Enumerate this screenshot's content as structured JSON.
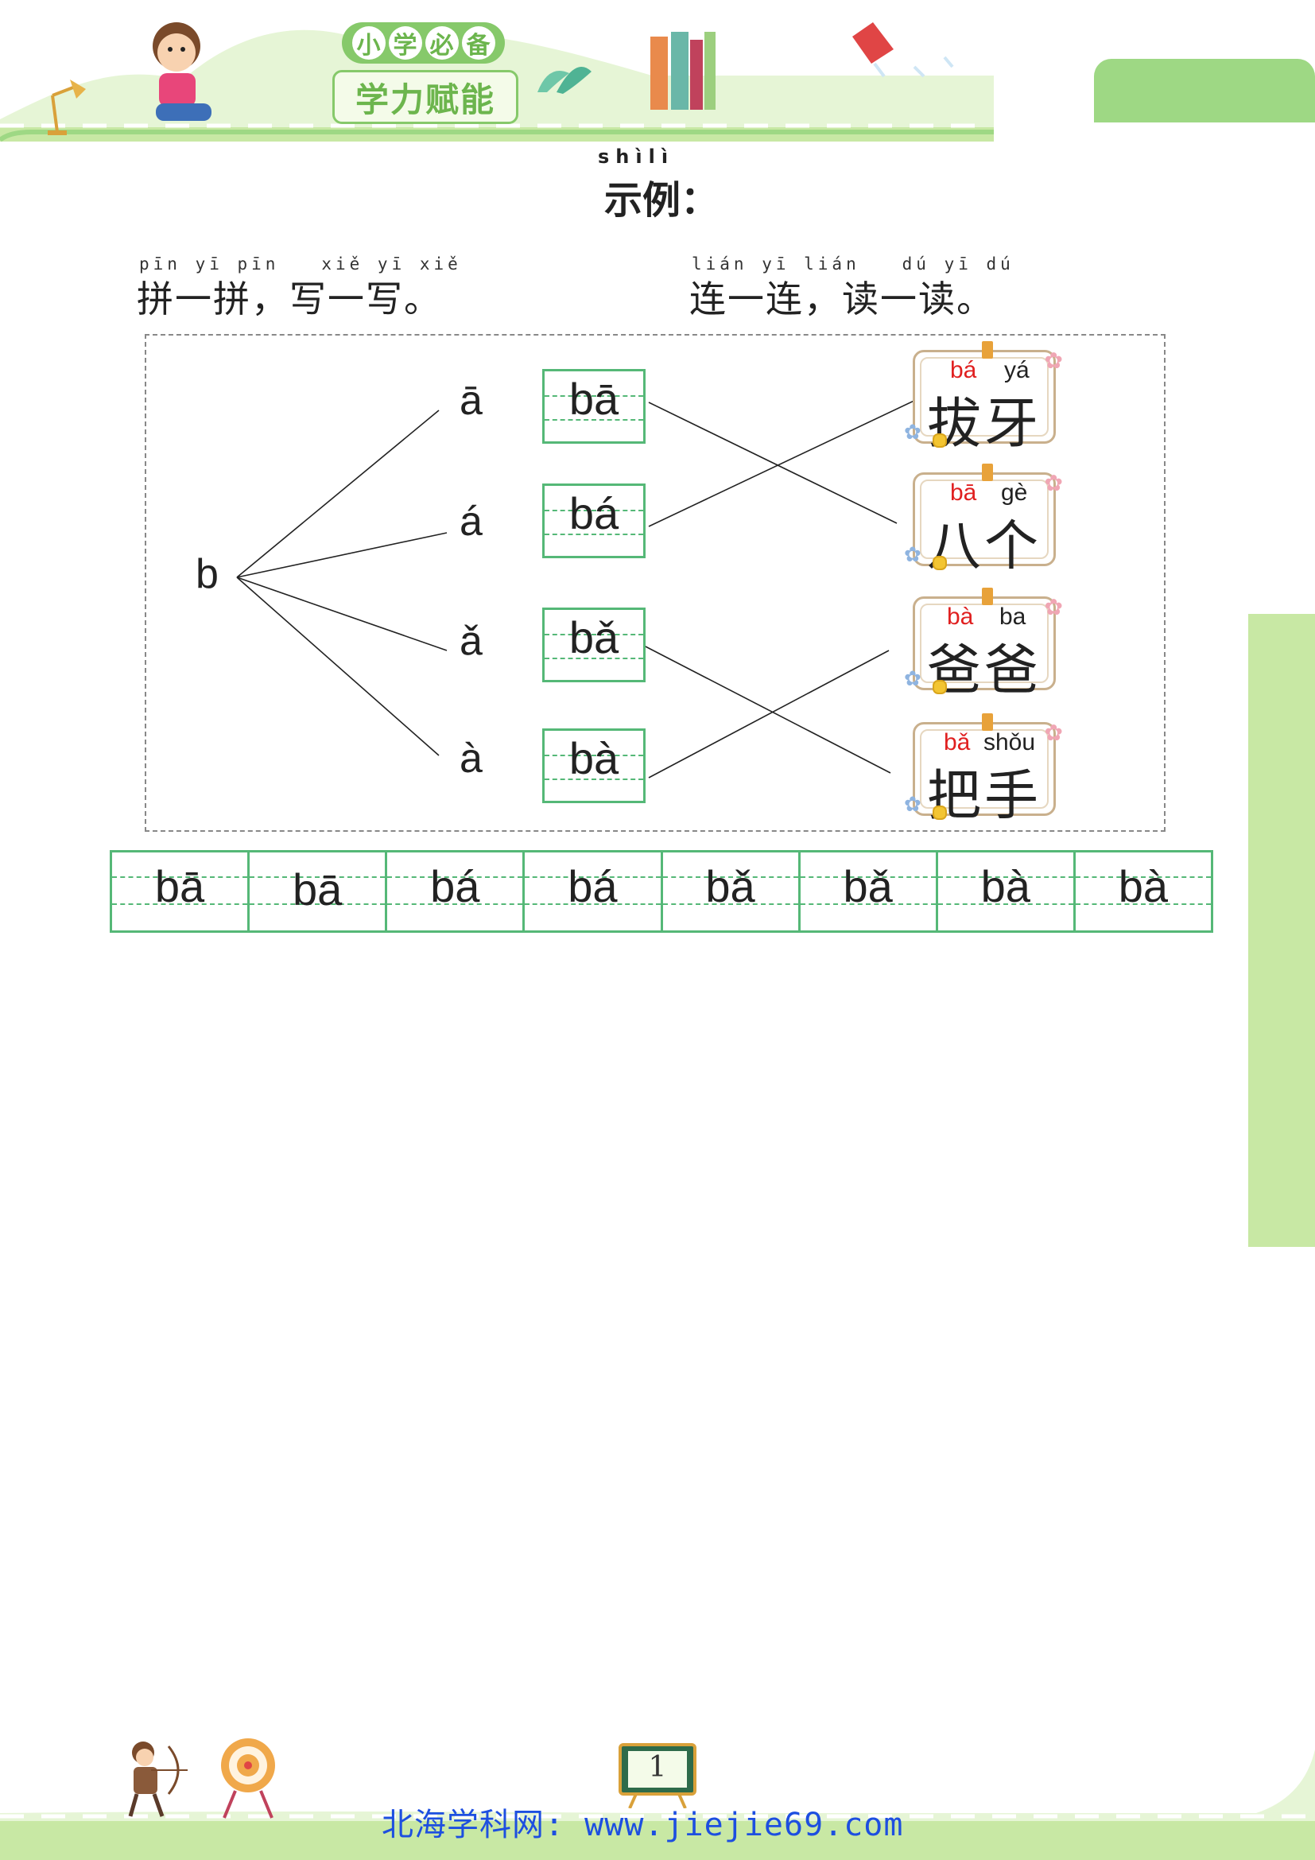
{
  "header": {
    "badge_top_chars": [
      "小",
      "学",
      "必",
      "备"
    ],
    "badge_bottom": "学力赋能"
  },
  "title": {
    "pinyin": "shìlì",
    "text": "示例："
  },
  "instructions": [
    {
      "pinyin": "pīn yī pīn   xiě yī xiě",
      "text": "拼一拼，写一写。"
    },
    {
      "pinyin": "lián yī lián   dú yī dú",
      "text": "连一连，读一读。"
    }
  ],
  "exercise": {
    "initial": "b",
    "finals": [
      "ā",
      "á",
      "ǎ",
      "à"
    ],
    "syllables": [
      "bā",
      "bá",
      "bǎ",
      "bà"
    ],
    "words": [
      {
        "pinyin_red": "bá",
        "pinyin_black": "yá",
        "hanzi": "拔牙"
      },
      {
        "pinyin_red": "bā",
        "pinyin_black": "gè",
        "hanzi": "八个"
      },
      {
        "pinyin_red": "bà",
        "pinyin_black": "ba",
        "hanzi": "爸爸"
      },
      {
        "pinyin_red": "bǎ",
        "pinyin_black": "shǒu",
        "hanzi": "把手"
      }
    ],
    "connections": [
      {
        "from_syllable": 0,
        "to_word": 1
      },
      {
        "from_syllable": 1,
        "to_word": 0
      },
      {
        "from_syllable": 2,
        "to_word": 3
      },
      {
        "from_syllable": 3,
        "to_word": 2
      }
    ]
  },
  "writing_grid": [
    "bā",
    "bā",
    "bá",
    "bá",
    "bǎ",
    "bǎ",
    "bà",
    "bà"
  ],
  "footer": {
    "page_number": "1",
    "site": "北海学科网: www.jiejie69.com"
  },
  "colors": {
    "green": "#55b877",
    "light_green": "#c8e8a4",
    "pinyin_red": "#e02020",
    "site_blue": "#1d4fe0"
  }
}
